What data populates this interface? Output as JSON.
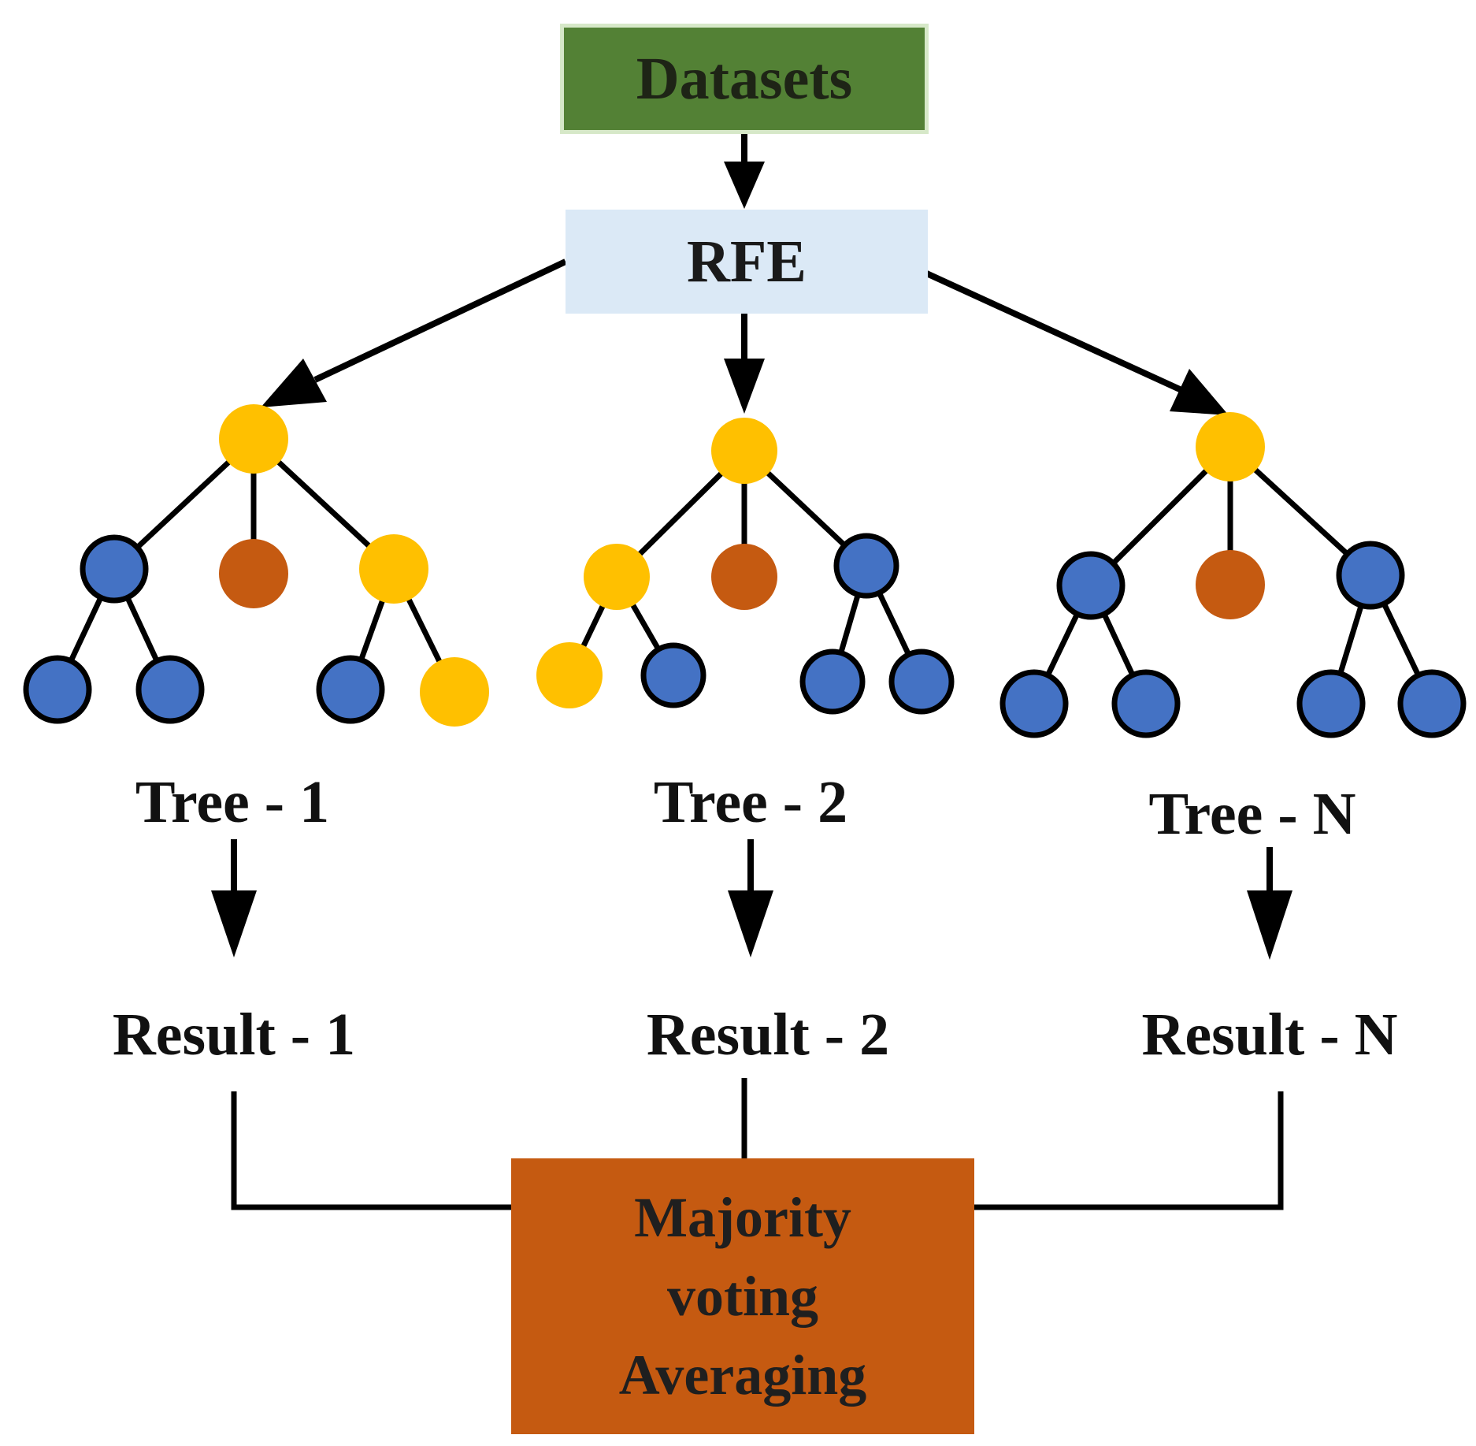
{
  "nodes": {
    "datasets": "Datasets",
    "rfe": "RFE",
    "voting": [
      "Majority",
      "voting",
      "Averaging"
    ]
  },
  "trees": [
    {
      "label": "Tree - 1",
      "result": "Result - 1"
    },
    {
      "label": "Tree - 2",
      "result": "Result - 2"
    },
    {
      "label": "Tree - N",
      "result": "Result - N"
    }
  ],
  "colors": {
    "datasets_fill": "#538135",
    "rfe_fill": "#dbe9f6",
    "voting_fill": "#c55a11",
    "node_yellow": "#ffc000",
    "node_blue": "#4472c4",
    "node_brown": "#c55a11"
  }
}
